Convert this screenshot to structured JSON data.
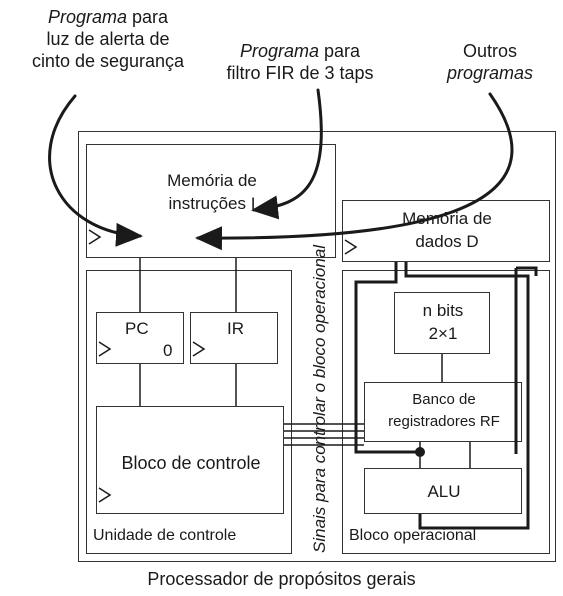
{
  "programs": {
    "seatbelt": {
      "line1_italic": "Programa",
      "line1_rest": " para",
      "line2": "luz de alerta de",
      "line3": "cinto de segurança"
    },
    "fir": {
      "line1_italic": "Programa",
      "line1_rest": " para",
      "line2": "filtro FIR de 3 taps"
    },
    "others": {
      "line1": "Outros",
      "line2_italic": "programas"
    }
  },
  "instruction_memory": {
    "line1": "Memória de",
    "line2": "instruções I"
  },
  "data_memory": {
    "line1": "Memória de",
    "line2": "dados D"
  },
  "control_unit": {
    "pc_label": "PC",
    "pc_value": "0",
    "ir_label": "IR",
    "control_block": "Bloco de controle",
    "unit_label": "Unidade de controle"
  },
  "datapath": {
    "mux_line1": "n bits",
    "mux_line2": "2×1",
    "rf_line1": "Banco de",
    "rf_line2": "registradores RF",
    "alu": "ALU",
    "label": "Bloco operacional"
  },
  "control_signals_label": "Sinais para controlar o bloco operacional",
  "processor_label": "Processador de propósitos gerais",
  "colors": {
    "line": "#1a1a1a",
    "border": "#333333",
    "background": "#ffffff"
  }
}
